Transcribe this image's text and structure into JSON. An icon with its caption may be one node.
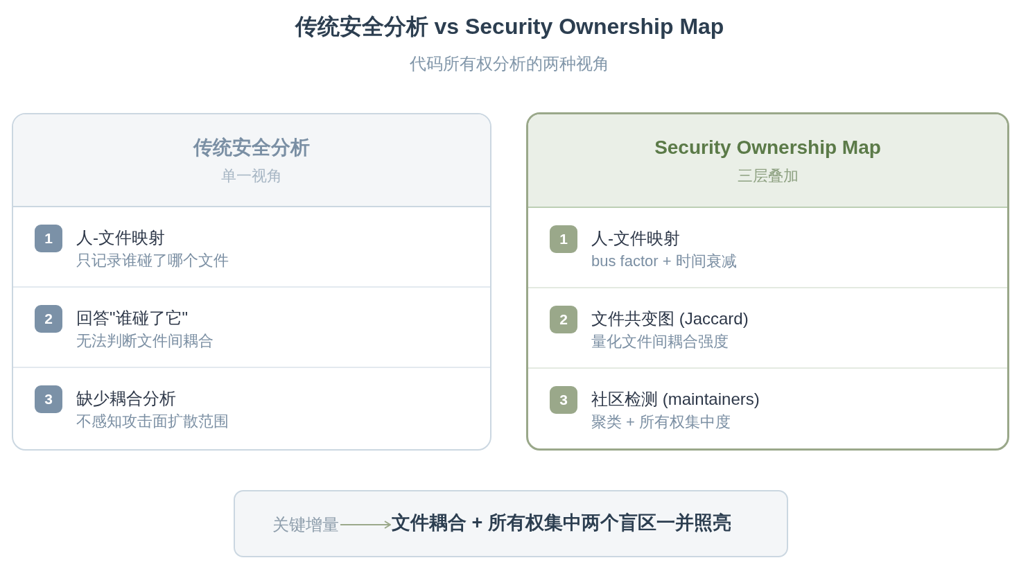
{
  "diagram": {
    "title": "传统安全分析 vs Security Ownership Map",
    "caption": "代码所有权分析的两种视角",
    "nodes": [
      {
        "text": [
          "传统安全分析",
          "单一视角"
        ]
      },
      {
        "text": [
          "人-文件映射",
          "只记录谁碰了哪个文件"
        ],
        "in": 0
      },
      {
        "text": [
          "1"
        ],
        "in": 1
      },
      {
        "text": [
          "回答\"谁碰了它\"",
          "无法判断文件间耦合"
        ],
        "in": 0
      },
      {
        "text": [
          "2"
        ],
        "in": 3
      },
      {
        "text": [
          "缺少耦合分析",
          "不感知攻击面扩散范围"
        ],
        "in": 0
      },
      {
        "text": [
          "3"
        ],
        "in": 5
      },
      {
        "text": [
          "Security Ownership Map",
          "三层叠加"
        ]
      },
      {
        "text": [
          "人-文件映射",
          "bus factor + 时间衰减"
        ],
        "in": 7
      },
      {
        "text": [
          "1"
        ],
        "in": 8
      },
      {
        "text": [
          "文件共变图 (Jaccard)",
          "量化文件间耦合强度"
        ],
        "in": 7
      },
      {
        "text": [
          "2"
        ],
        "in": 10
      },
      {
        "text": [
          "社区检测 (maintainers)",
          "聚类 + 所有权集中度"
        ],
        "in": 7
      },
      {
        "text": [
          "3"
        ],
        "in": 12
      },
      {
        "text": [],
        "shape": "box"
      },
      {
        "text": [
          "关键增量"
        ],
        "in": 14
      },
      {
        "text": [
          "文件耦合 + 所有权集中两个盲区一并照亮"
        ],
        "in": 14
      }
    ],
    "edges": [
      {
        "from": 15,
        "to": 16,
        "arrow": "to"
      }
    ]
  }
}
